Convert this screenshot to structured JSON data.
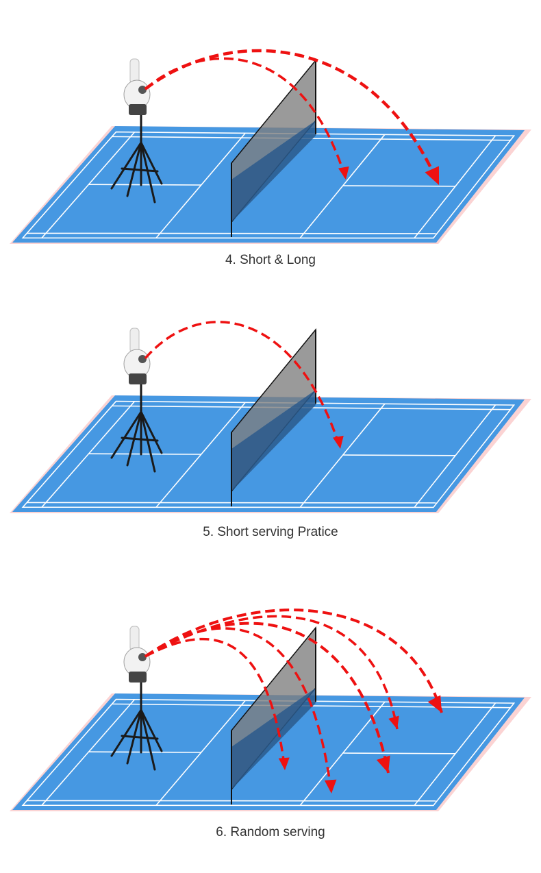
{
  "colors": {
    "surround": "#fbd3d3",
    "court": "#4698e2",
    "lines": "#ffffff",
    "net": "#7e7e7e",
    "net_dark": "#2b5b8c",
    "trajectory": "#ee1111"
  },
  "icons": {
    "machine": "shuttlecock-launcher-icon",
    "tripod": "tripod-icon"
  },
  "panels": [
    {
      "caption": "4. Short & Long"
    },
    {
      "caption": "5. Short serving Pratice"
    },
    {
      "caption": "6. Random serving"
    }
  ]
}
